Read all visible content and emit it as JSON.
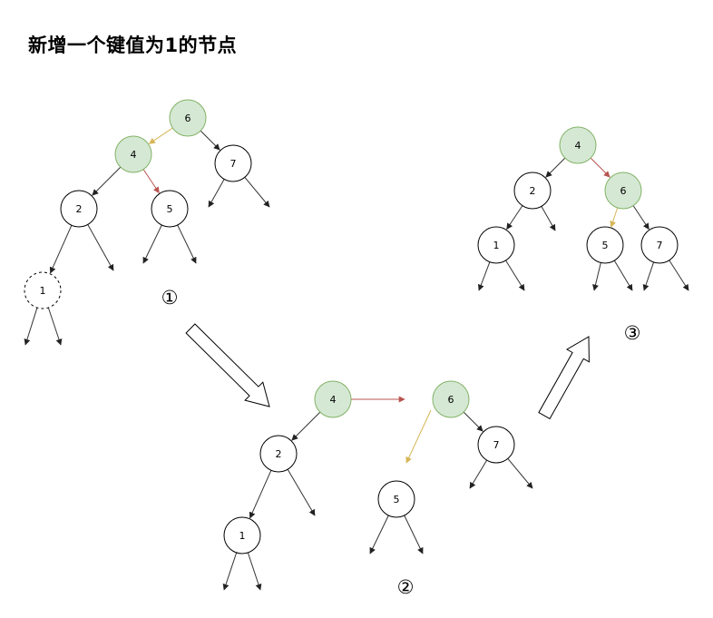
{
  "title": "新增一个键值为1的节点",
  "colors": {
    "highlight_fill": "#d5e8d4",
    "highlight_stroke": "#82b366",
    "node_fill": "#ffffff",
    "node_stroke": "#000000",
    "edge": "#333333",
    "yellow_edge": "#d6b656",
    "red_edge": "#b85450"
  },
  "steps": [
    {
      "id": "step1",
      "label": "①"
    },
    {
      "id": "step2",
      "label": "②"
    },
    {
      "id": "step3",
      "label": "③"
    }
  ],
  "trees": [
    {
      "id": "tree-step1",
      "nodes": [
        {
          "id": "n6",
          "key": "6",
          "highlight": true
        },
        {
          "id": "n4",
          "key": "4",
          "highlight": true
        },
        {
          "id": "n7",
          "key": "7"
        },
        {
          "id": "n2",
          "key": "2"
        },
        {
          "id": "n5",
          "key": "5"
        },
        {
          "id": "n1",
          "key": "1",
          "dashed": true
        }
      ]
    },
    {
      "id": "tree-step2",
      "nodes": [
        {
          "id": "n4",
          "key": "4",
          "highlight": true
        },
        {
          "id": "n6",
          "key": "6",
          "highlight": true
        },
        {
          "id": "n2",
          "key": "2"
        },
        {
          "id": "n7",
          "key": "7"
        },
        {
          "id": "n5",
          "key": "5"
        },
        {
          "id": "n1",
          "key": "1"
        }
      ]
    },
    {
      "id": "tree-step3",
      "nodes": [
        {
          "id": "n4",
          "key": "4",
          "highlight": true
        },
        {
          "id": "n2",
          "key": "2"
        },
        {
          "id": "n6",
          "key": "6",
          "highlight": true
        },
        {
          "id": "n1",
          "key": "1"
        },
        {
          "id": "n5",
          "key": "5"
        },
        {
          "id": "n7",
          "key": "7"
        }
      ]
    }
  ]
}
